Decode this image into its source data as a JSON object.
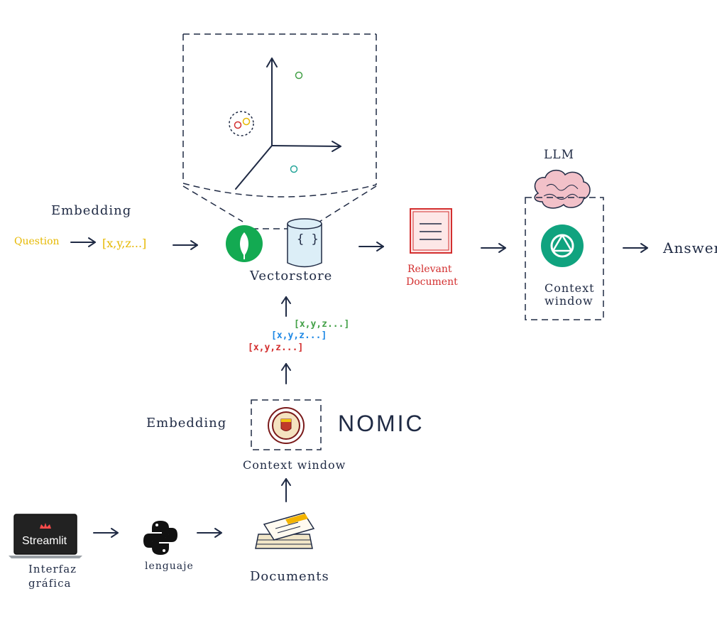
{
  "labels": {
    "question": "Question",
    "embedding_top": "Embedding",
    "vector_top": "[x,y,z...]",
    "db_braces": "{ }",
    "vectorstore": "Vectorstore",
    "relevant_line1": "Relevant",
    "relevant_line2": "Document",
    "llm": "LLM",
    "context_window_right_line1": "Context",
    "context_window_right_line2": "window",
    "answer": "Answer",
    "vector_red": "[x,y,z...]",
    "vector_blue": "[x,y,z...]",
    "vector_green": "[x,y,z...]",
    "embedding_bottom": "Embedding",
    "nomic": "NOMIC",
    "context_window_bottom": "Context window",
    "streamlit": "Streamlit",
    "interfaz_line1": "Interfaz",
    "interfaz_line2": "gráfica",
    "lenguaje": "lenguaje",
    "documents": "Documents"
  },
  "colors": {
    "ink": "#1f2a44",
    "question": "#e6b800",
    "mongo_green": "#13aa52",
    "openai_green": "#10a37f",
    "db_fill": "#dceef7",
    "doc_red": "#d32f2f",
    "vector_red": "#d32f2f",
    "vector_blue": "#1e88e5",
    "vector_green": "#43a047",
    "brain_pink": "#f2c1c9"
  },
  "icons": [
    "mongodb-leaf-icon",
    "database-icon",
    "document-icon",
    "brain-icon",
    "openai-icon",
    "seal-icon",
    "laptop-icon",
    "python-icon",
    "papers-stack-icon"
  ]
}
